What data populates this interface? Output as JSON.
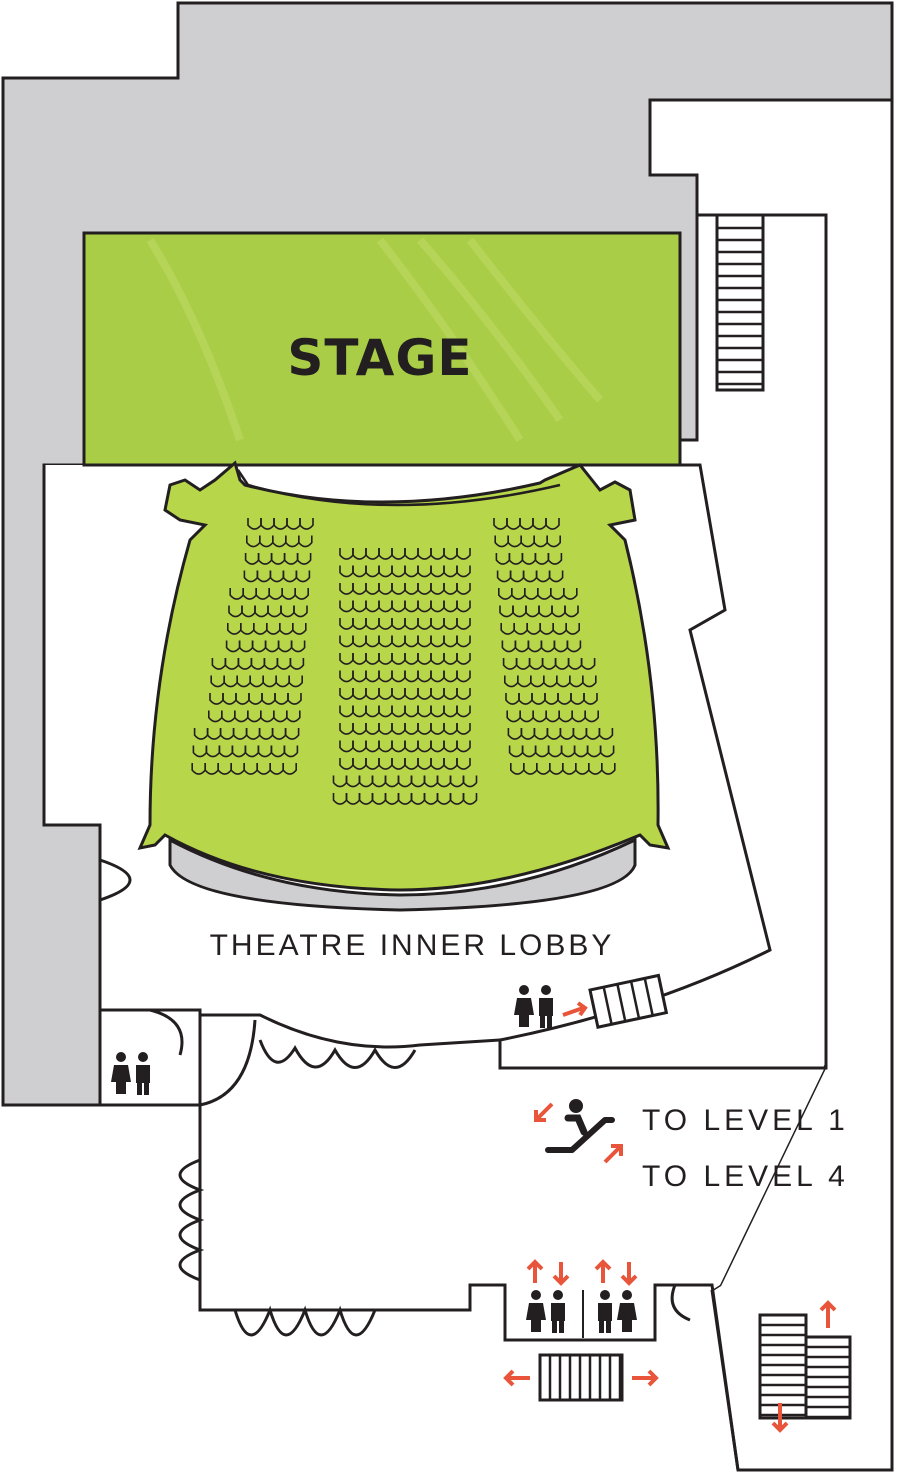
{
  "labels": {
    "stage": "STAGE",
    "lobby": "THEATRE INNER LOBBY",
    "to_level_1": "TO LEVEL 1",
    "to_level_4": "TO LEVEL 4"
  },
  "colors": {
    "stage_green": "#a9cd47",
    "seating_green": "#b7d64a",
    "backstage_gray": "#cfcfd1",
    "outline": "#231f20",
    "arrow_orange": "#e8553a"
  },
  "icons": {
    "restroom": "restroom-icon",
    "escalator": "escalator-icon",
    "elevator": "elevator-icon",
    "stairs": "stairs-icon",
    "arrow": "arrow-icon"
  },
  "seating": {
    "left_rows": [
      5,
      5,
      5,
      5,
      6,
      6,
      6,
      6,
      7,
      7,
      7,
      7,
      8,
      8,
      8
    ],
    "center_rows": [
      10,
      10,
      10,
      10,
      10,
      10,
      10,
      10,
      10,
      10,
      10,
      10,
      10,
      11,
      11
    ],
    "right_rows": [
      5,
      5,
      5,
      5,
      6,
      6,
      6,
      6,
      7,
      7,
      7,
      7,
      8,
      8,
      8
    ]
  }
}
